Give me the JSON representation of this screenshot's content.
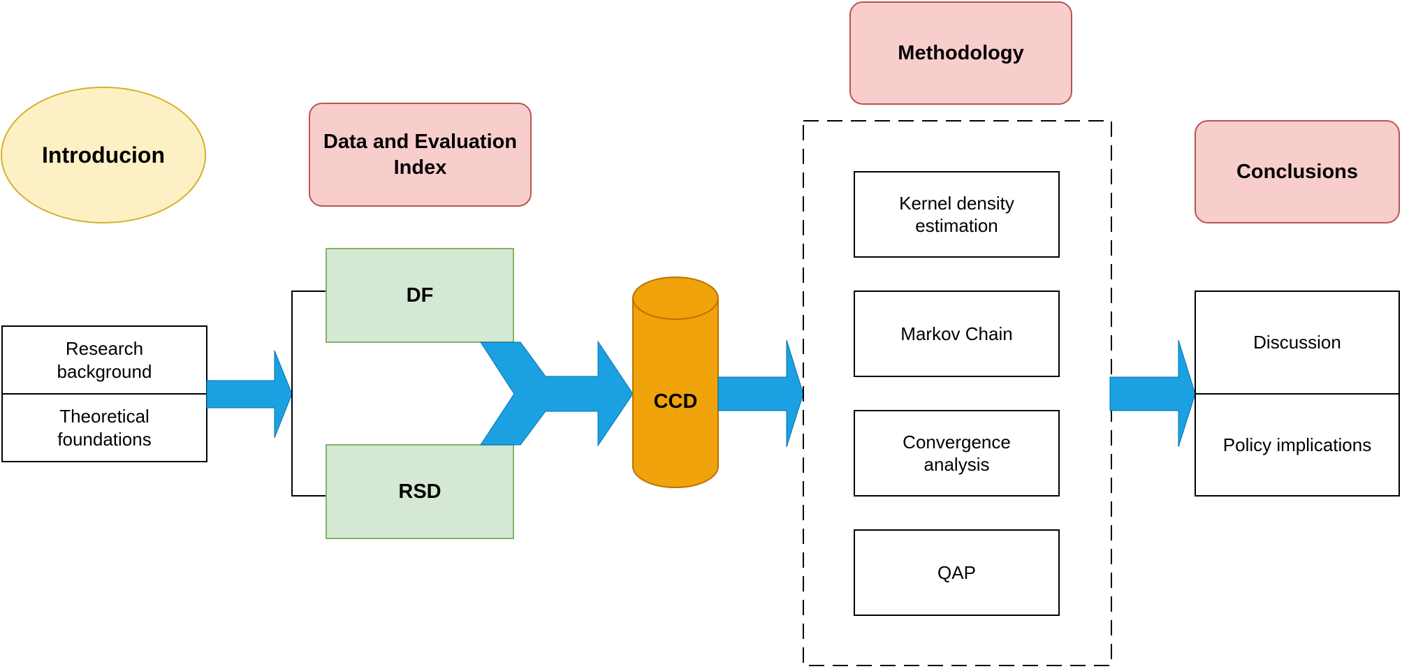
{
  "diagram": {
    "introduction": {
      "heading": "Introducion",
      "items": [
        "Research background",
        "Theoretical foundations"
      ]
    },
    "data_section": {
      "heading": "Data and Evaluation Index",
      "items": [
        "DF",
        "RSD"
      ]
    },
    "center_node": "CCD",
    "methodology": {
      "heading": "Methodology",
      "items": [
        "Kernel density estimation",
        "Markov Chain",
        "Convergence analysis",
        "QAP"
      ]
    },
    "conclusions": {
      "heading": "Conclusions",
      "items": [
        "Discussion",
        "Policy implications"
      ]
    }
  },
  "colors": {
    "intro_fill": "#fdf0c4",
    "intro_stroke": "#d2b12a",
    "heading_fill": "#f8cecc",
    "heading_stroke": "#b85450",
    "green_fill": "#d5e8d4",
    "green_stroke": "#82b366",
    "arrow_fill": "#1ba1e2",
    "arrow_stroke": "#006eaf",
    "cylinder_fill": "#f0a30a",
    "cylinder_stroke": "#bd7000",
    "line": "#000000"
  }
}
